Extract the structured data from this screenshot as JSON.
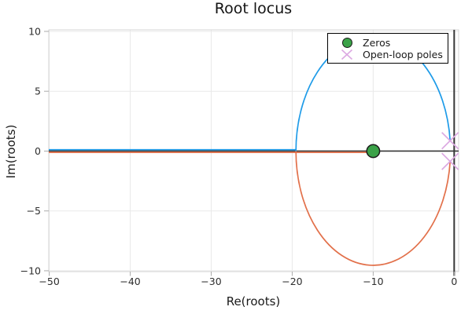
{
  "title": "Root locus",
  "legend": {
    "entries": [
      {
        "marker": "circle",
        "label": "Zeros"
      },
      {
        "marker": "cross",
        "label": "Open-loop poles"
      }
    ]
  },
  "chart_data": {
    "type": "line",
    "title": "Root locus",
    "xlabel": "Re(roots)",
    "ylabel": "Im(roots)",
    "xlim": [
      -50.06,
      0.55
    ],
    "ylim": [
      -10.07,
      10.13
    ],
    "xticks": {
      "values": [
        -50,
        -40,
        -30,
        -20,
        -10,
        0
      ],
      "labels": [
        "−50",
        "−40",
        "−30",
        "−20",
        "−10",
        "0"
      ]
    },
    "yticks": {
      "values": [
        -10,
        -5,
        0,
        5,
        10
      ],
      "labels": [
        "−10",
        "−5",
        "0",
        "5",
        "10"
      ]
    },
    "grid": true,
    "legend_position": "top-right",
    "axis_guides": {
      "vline_x": 0,
      "hline_y": 0
    },
    "zeros": [
      [
        -10,
        0
      ]
    ],
    "poles": [
      [
        -0.5,
        0.866
      ],
      [
        -0.5,
        -0.866
      ]
    ],
    "locus_circle": {
      "center": [
        -10,
        0
      ],
      "radius": 9.539
    },
    "series": [
      {
        "name": "branch-upper",
        "color": "#1E9BE8",
        "real_axis_segment": [
          -50.06,
          -19.539
        ],
        "arc": {
          "from": [
            -19.539,
            0
          ],
          "to": [
            -0.5,
            0.866
          ]
        }
      },
      {
        "name": "branch-lower",
        "color": "#E2704A",
        "real_axis_segment": [
          -50.06,
          -10.0
        ],
        "arc": {
          "from": [
            -19.539,
            0
          ],
          "to": [
            -0.5,
            -0.866
          ]
        }
      }
    ],
    "colors": {
      "zeros": "#3BA248",
      "zeros_edge": "#1c1c1c",
      "poles": "#DCA9E2",
      "axis_line": "#363636",
      "grid": "#E9E9E9",
      "spine": "#D6D6D6",
      "tick_mark": "#ABABAB",
      "tick_label": "#2E2E2E"
    }
  }
}
